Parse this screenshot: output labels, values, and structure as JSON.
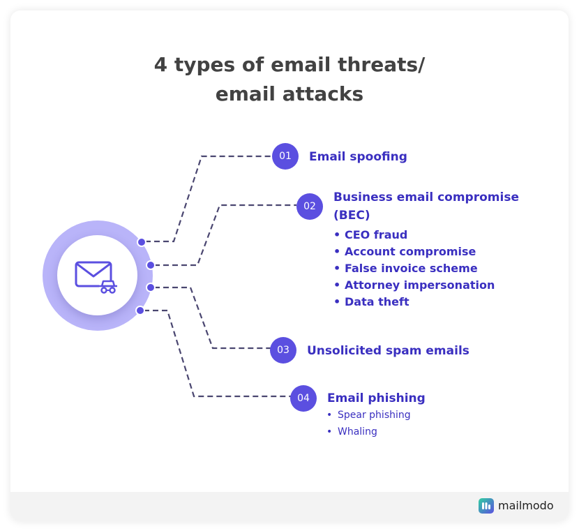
{
  "title": {
    "line1": "4 types of email threats/",
    "line2": "email attacks"
  },
  "hub": {
    "icon": "email-spy-icon"
  },
  "items": [
    {
      "number": "01",
      "label": "Email spoofing",
      "subitems": []
    },
    {
      "number": "02",
      "label": "Business email compromise",
      "label_cont": "(BEC)",
      "subitems": [
        "CEO fraud",
        "Account compromise",
        "False invoice scheme",
        "Attorney impersonation",
        "Data theft"
      ]
    },
    {
      "number": "03",
      "label": "Unsolicited spam emails",
      "subitems": []
    },
    {
      "number": "04",
      "label": "Email phishing",
      "subitems": [
        "Spear phishing",
        "Whaling"
      ]
    }
  ],
  "brand": {
    "name": "mailmodo",
    "icon": "mailmodo-logo-icon"
  },
  "colors": {
    "accent": "#5b4fe0",
    "ring": "#b9b4f9",
    "text": "#3a2fc0",
    "connector": "#4a4670",
    "title": "#424242"
  }
}
